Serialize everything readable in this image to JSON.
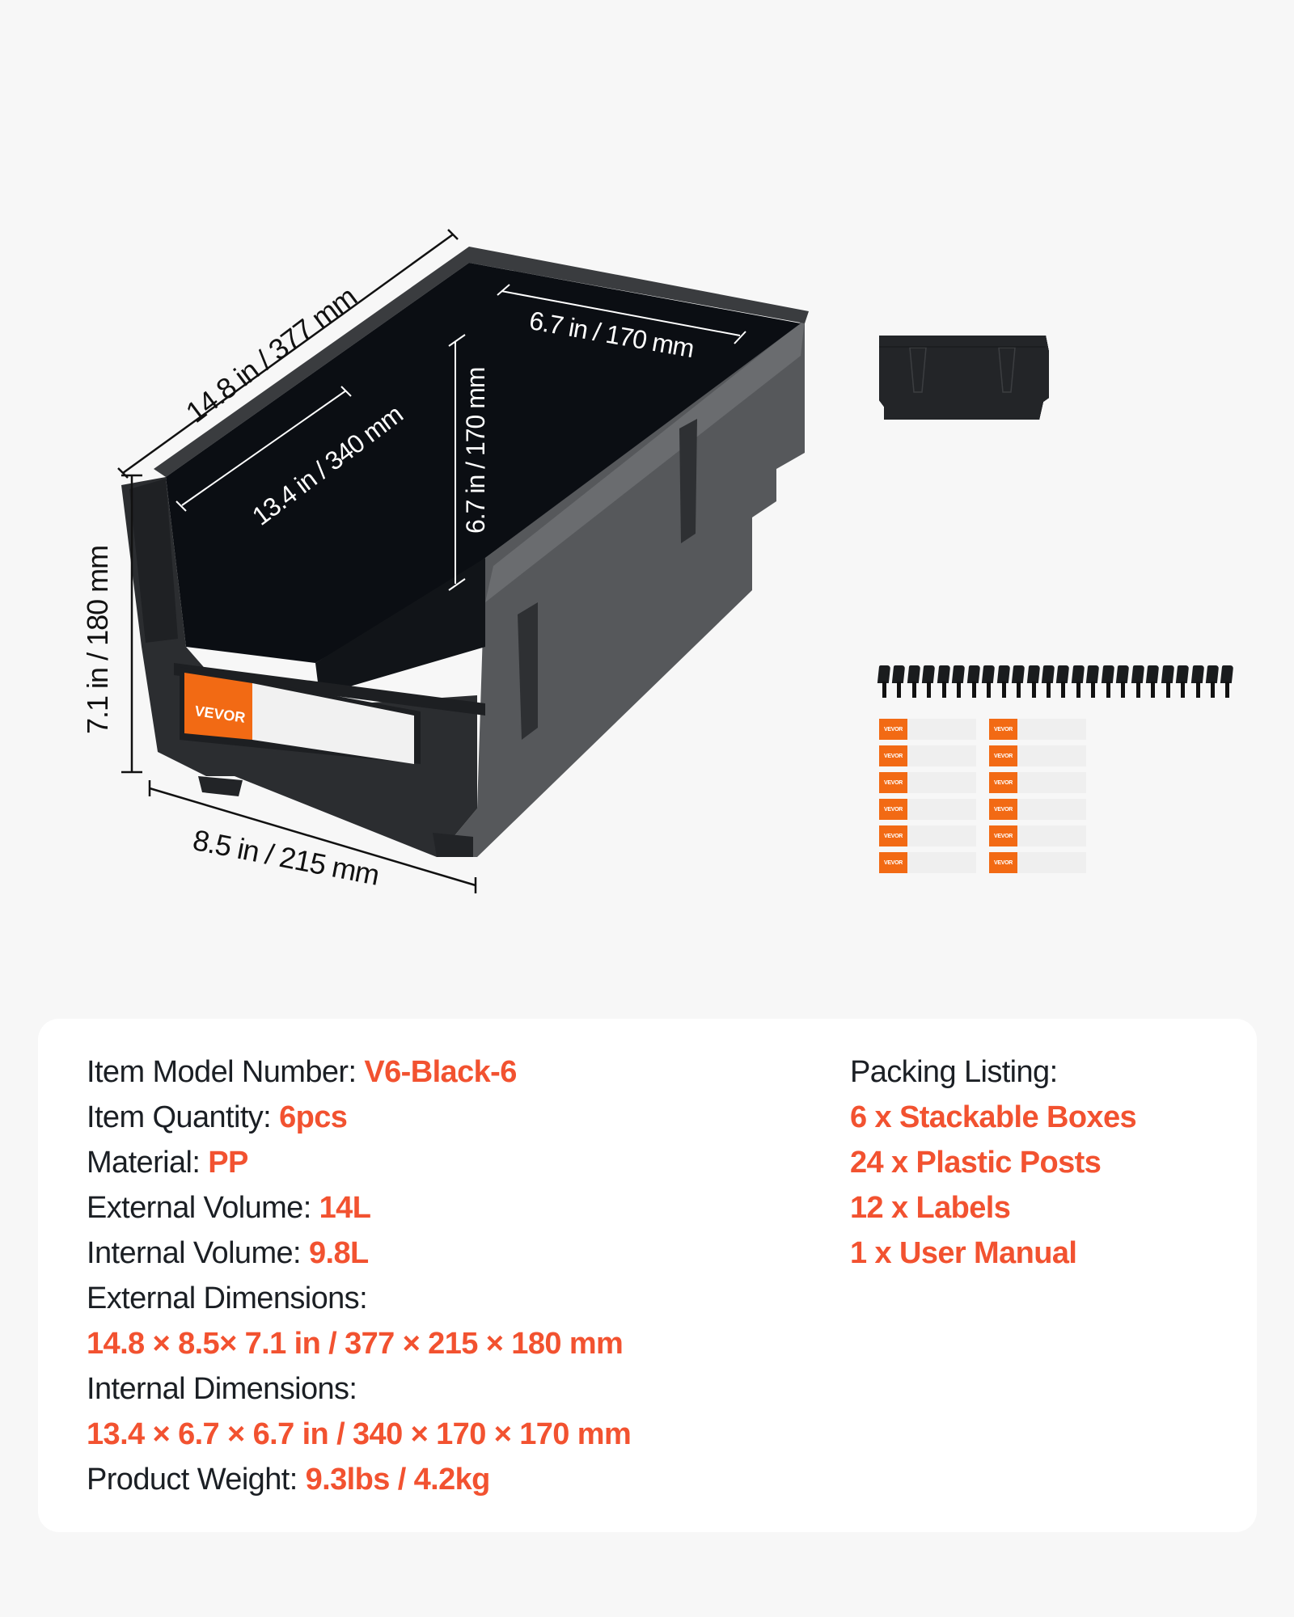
{
  "colors": {
    "background": "#f7f7f7",
    "panel": "#ffffff",
    "accent": "#f25230",
    "label_orange": "#f26a14",
    "text_dark": "#1b1f24",
    "bin_dark": "#2b2d30"
  },
  "hero": {
    "brand_label": "VEVOR",
    "dimensions": {
      "external_length": "14.8 in / 377 mm",
      "internal_length": "13.4 in / 340 mm",
      "internal_width": "6.7 in / 170 mm",
      "internal_height": "6.7 in / 170 mm",
      "external_height": "7.1 in / 180 mm",
      "external_width": "8.5 in / 215 mm"
    }
  },
  "package_contents_visual": {
    "bins_count": 6,
    "posts_count": 24,
    "labels_count": 12,
    "label_brand": "VEVOR"
  },
  "specs": {
    "model": {
      "key": "Item Model Number:",
      "value": "V6-Black-6"
    },
    "quantity": {
      "key": "Item Quantity:",
      "value": "6pcs"
    },
    "material": {
      "key": "Material:",
      "value": "PP"
    },
    "external_volume": {
      "key": "External Volume:",
      "value": "14L"
    },
    "internal_volume": {
      "key": "Internal Volume:",
      "value": "9.8L"
    },
    "external_dimensions": {
      "key": "External Dimensions:",
      "value": "14.8 × 8.5× 7.1 in / 377 × 215 × 180 mm"
    },
    "internal_dimensions": {
      "key": "Internal Dimensions:",
      "value": "13.4 × 6.7 × 6.7 in / 340 × 170 × 170 mm"
    },
    "weight": {
      "key": "Product Weight:",
      "value": "9.3lbs / 4.2kg"
    }
  },
  "packing": {
    "title": "Packing Listing:",
    "items": [
      "6 x Stackable Boxes",
      "24 x Plastic Posts",
      "12 x Labels",
      "1 x User Manual"
    ]
  }
}
